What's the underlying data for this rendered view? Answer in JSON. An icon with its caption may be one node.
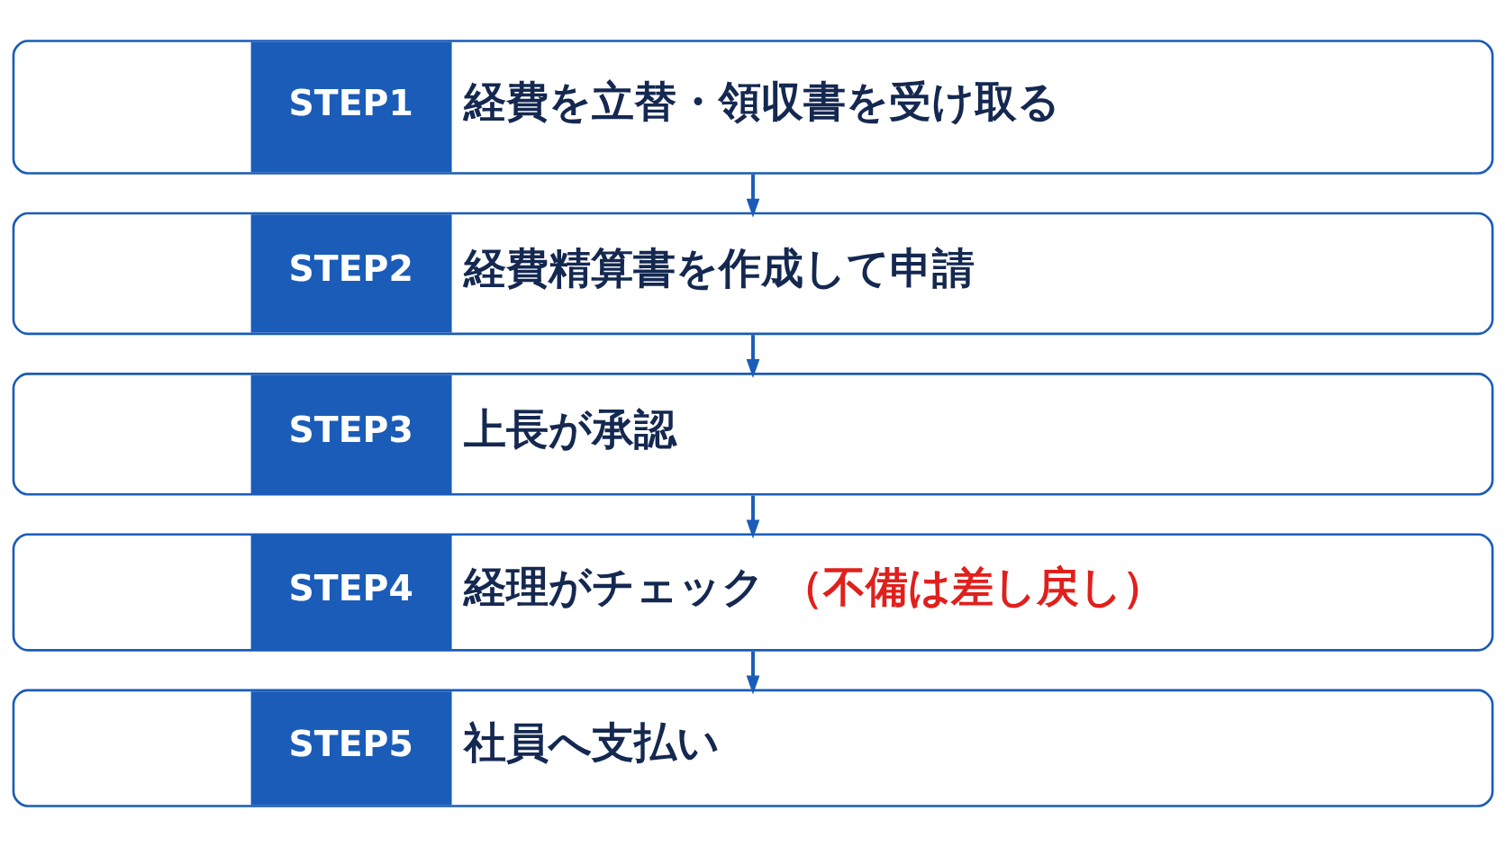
{
  "diagram": {
    "nodes": [
      {
        "text": [
          "STEP1",
          "経費を立替・領収書を受け取る"
        ]
      },
      {
        "text": [
          "STEP2",
          "経費精算書を作成して申請"
        ]
      },
      {
        "text": [
          "STEP3",
          "上長が承認"
        ]
      },
      {
        "text": [
          "STEP4",
          "経理がチェック",
          "（不備は差し戻し）"
        ]
      },
      {
        "text": [
          "STEP5",
          "社員へ支払い"
        ]
      }
    ],
    "edges": [
      {
        "from": 0,
        "to": 1,
        "arrow": "to"
      },
      {
        "from": 1,
        "to": 2,
        "arrow": "to"
      },
      {
        "from": 2,
        "to": 3,
        "arrow": "to"
      },
      {
        "from": 3,
        "to": 4,
        "arrow": "to"
      }
    ]
  }
}
